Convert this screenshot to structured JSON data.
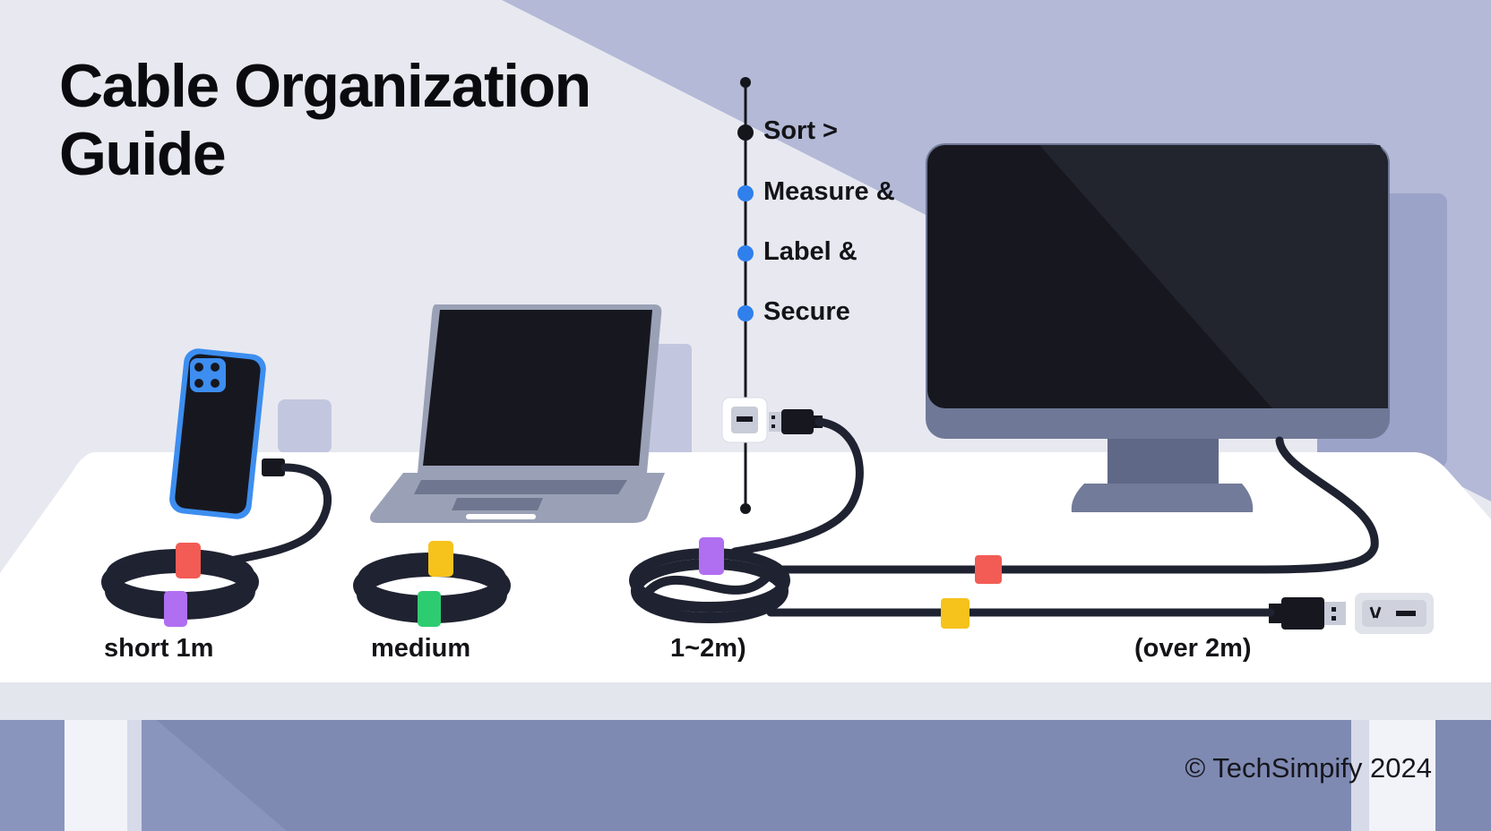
{
  "title": "Cable Organization Guide",
  "steps": [
    {
      "label": "Sort >"
    },
    {
      "label": "Measure &"
    },
    {
      "label": "Label &"
    },
    {
      "label": "Secure"
    }
  ],
  "cable_groups": [
    {
      "label": "short 1m",
      "device": "phone-icon",
      "tie_colors": [
        "#f25c54",
        "#b06ef0"
      ]
    },
    {
      "label": "medium",
      "device": "laptop-icon",
      "tie_colors": [
        "#f6c21c",
        "#2ecc71"
      ]
    },
    {
      "label": "1~2m)",
      "device": "usb-plug-icon",
      "tie_colors": [
        "#b06ef0"
      ]
    },
    {
      "label": "(over 2m)",
      "device": "monitor-icon",
      "tie_colors": [
        "#f25c54",
        "#f6c21c"
      ]
    }
  ],
  "copyright": "© TechSimpify 2024",
  "colors": {
    "background_light": "#e8e9f0",
    "background_accent": "#b3b9d6",
    "desk": "#ffffff",
    "cable": "#1f2230",
    "step_dot": "#2f80ed",
    "phone_frame": "#3d8ef0"
  }
}
